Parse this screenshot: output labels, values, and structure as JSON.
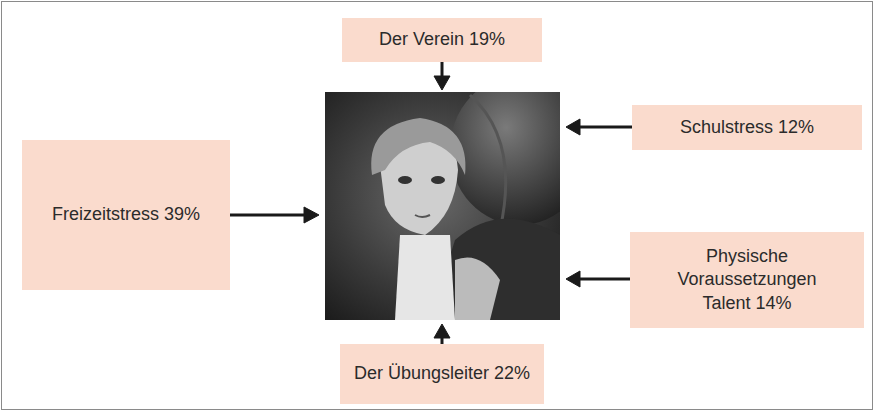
{
  "diagram": {
    "nodes": [
      {
        "text": [
          "Der Verein 19%"
        ]
      },
      {
        "text": [
          "Freizeitstress 39%"
        ]
      },
      {
        "text": [
          "Schulstress 12%"
        ]
      },
      {
        "text": [
          "Physische Voraussetzungen Talent 14%"
        ]
      },
      {
        "text": [
          "Der Übungsleiter 22%"
        ]
      }
    ]
  }
}
